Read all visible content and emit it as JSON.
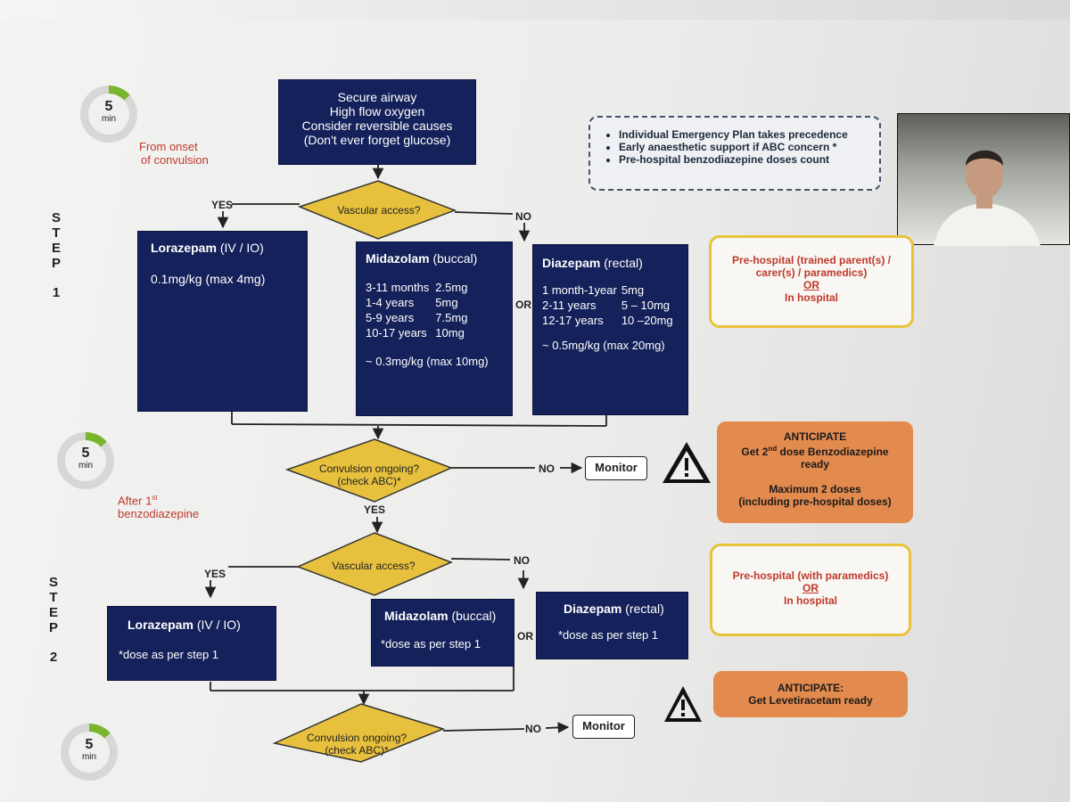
{
  "timer": {
    "value": "5",
    "unit": "min"
  },
  "notes": {
    "from_onset": [
      "From onset",
      "of convulsion"
    ],
    "after_first": [
      "After 1",
      "st",
      "benzodiazepine"
    ]
  },
  "steps": {
    "step1": [
      "S",
      "T",
      "E",
      "P",
      "1"
    ],
    "step2": [
      "S",
      "T",
      "E",
      "P",
      "2"
    ]
  },
  "start_box": [
    "Secure airway",
    "High flow oxygen",
    "Consider reversible causes",
    "(Don't ever forget glucose)"
  ],
  "plan_box": [
    "Individual Emergency Plan takes precedence",
    "Early anaesthetic support if ABC concern *",
    "Pre-hospital benzodiazepine doses count"
  ],
  "decisions": {
    "vascular_access": "Vascular access?",
    "convulsion_1": [
      "Convulsion ongoing?",
      "(check ABC)*"
    ],
    "vascular_access_2": "Vascular access?",
    "convulsion_2": [
      "Convulsion ongoing?",
      "(check ABC)*"
    ]
  },
  "labels": {
    "yes": "YES",
    "no": "NO",
    "or": "OR",
    "monitor": "Monitor"
  },
  "step1": {
    "lorazepam": {
      "name": "Lorazepam",
      "route": "(IV / IO)",
      "dose": "0.1mg/kg (max 4mg)"
    },
    "midazolam": {
      "name": "Midazolam",
      "route": "(buccal)",
      "rows": [
        [
          "3-11 months",
          "2.5mg"
        ],
        [
          "1-4 years",
          "5mg"
        ],
        [
          "5-9 years",
          "7.5mg"
        ],
        [
          "10-17 years",
          "10mg"
        ]
      ],
      "approx": "~ 0.3mg/kg (max 10mg)"
    },
    "diazepam": {
      "name": "Diazepam",
      "route": "(rectal)",
      "rows": [
        [
          "1 month-1year",
          "5mg"
        ],
        [
          "2-11 years",
          "5 – 10mg"
        ],
        [
          "12-17 years",
          "10 –20mg"
        ]
      ],
      "approx": "~ 0.5mg/kg (max 20mg)"
    }
  },
  "step2": {
    "lorazepam": {
      "name": "Lorazepam",
      "route": "(IV / IO)",
      "dose": "*dose as per step 1"
    },
    "midazolam": {
      "name": "Midazolam",
      "route": "(buccal)",
      "dose": "*dose as per step 1"
    },
    "diazepam": {
      "name": "Diazepam",
      "route": "(rectal)",
      "dose": "*dose as per step 1"
    }
  },
  "side_notes": {
    "prehospital_1": [
      "Pre-hospital (trained parent(s) /",
      "carer(s) / paramedics)",
      "OR",
      "In hospital"
    ],
    "anticipate_1": [
      "ANTICIPATE",
      "Get 2",
      "nd",
      " dose Benzodiazepine",
      "ready",
      "Maximum 2 doses",
      "(including pre-hospital doses)"
    ],
    "prehospital_2": [
      "Pre-hospital (with paramedics)",
      "OR",
      "In hospital"
    ],
    "anticipate_2": [
      "ANTICIPATE:",
      "Get Levetiracetam ready"
    ]
  },
  "colors": {
    "navy": "#14215a",
    "diamond": "#e7c13e",
    "orange": "#e38a4e",
    "red": "#c0392b",
    "timer_progress": "#7ab52d"
  },
  "icons": [
    "warning-icon",
    "arrow-right-icon",
    "arrow-down-icon"
  ]
}
